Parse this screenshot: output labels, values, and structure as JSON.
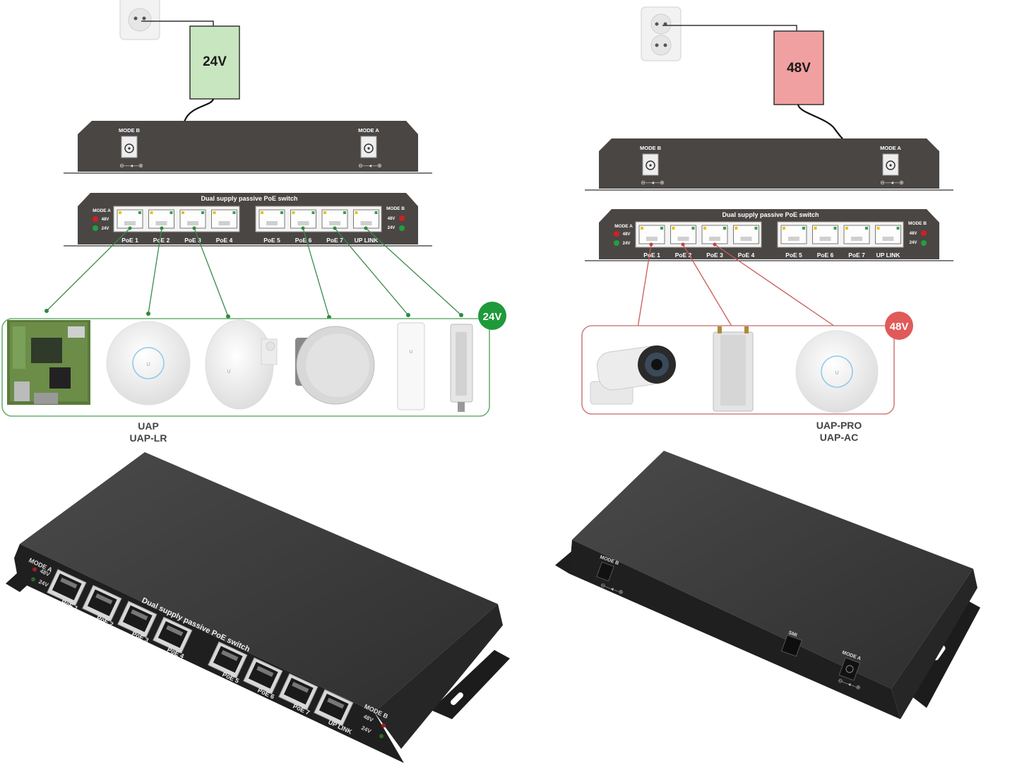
{
  "colors": {
    "device": "#4a4644",
    "device_dark": "#2b2b2b",
    "green_supply": "#c8e6c0",
    "red_supply": "#f0a0a0",
    "green_line": "#3a9a4a",
    "red_line": "#d06060",
    "badge_green": "#1e9a3a",
    "badge_red": "#e05a5a",
    "outlet": "#eeeeee"
  },
  "left": {
    "supply_label": "24V",
    "mode_b_label": "MODE B",
    "mode_a_label": "MODE A",
    "switch_title": "Dual supply passive PoE switch",
    "led_48v": "48V",
    "led_24v": "24V",
    "ports": [
      "PoE 1",
      "PoE 2",
      "PoE 3",
      "PoE 4",
      "PoE 5",
      "PoE 6",
      "PoE 7",
      "UP LINK"
    ],
    "badge": "24V",
    "caption_line1": "UAP",
    "caption_line2": "UAP-LR"
  },
  "right": {
    "supply_label": "48V",
    "mode_b_label": "MODE B",
    "mode_a_label": "MODE A",
    "switch_title": "Dual supply passive PoE switch",
    "led_48v": "48V",
    "led_24v": "24V",
    "ports": [
      "PoE 1",
      "PoE 2",
      "PoE 3",
      "PoE 4",
      "PoE 5",
      "PoE 6",
      "PoE 7",
      "UP LINK"
    ],
    "badge": "48V",
    "caption_line1": "UAP-PRO",
    "caption_line2": "UAP-AC"
  },
  "photo_front": {
    "mode_a": "MODE A",
    "mode_b": "MODE B",
    "led_48v": "48V",
    "led_24v": "24V",
    "title": "Dual supply passive PoE switch",
    "ports": [
      "PoE 1",
      "PoE 2",
      "PoE 3",
      "PoE 4",
      "PoE 5",
      "PoE 6",
      "PoE 7",
      "UP LINK"
    ]
  },
  "photo_back": {
    "mode_b": "MODE B",
    "mode_a": "MODE A",
    "smi": "SMI"
  }
}
